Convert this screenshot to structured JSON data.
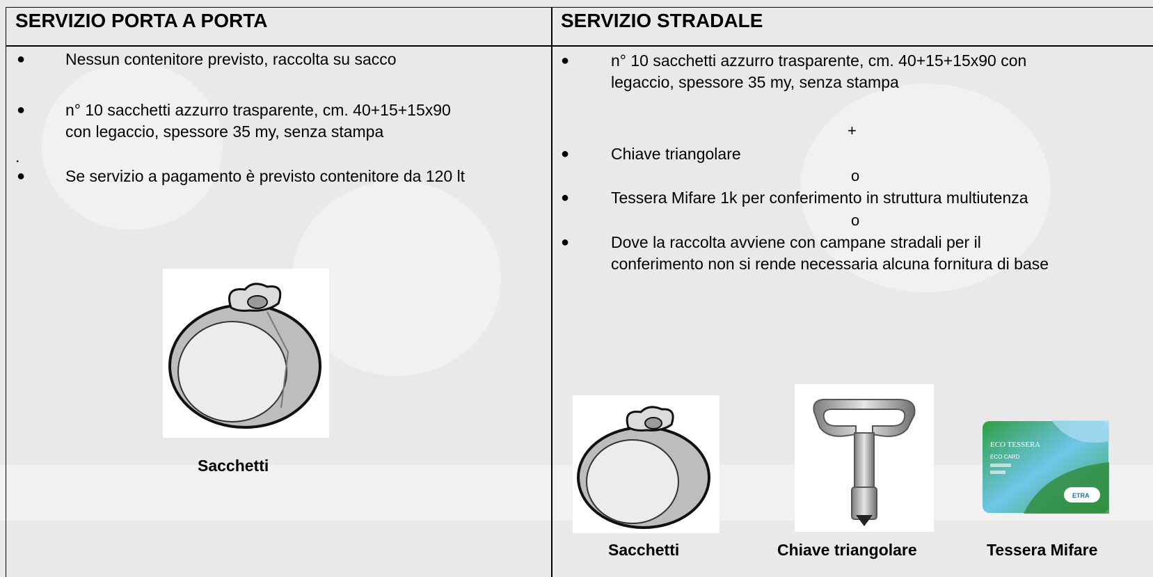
{
  "left_column": {
    "header": "SERVIZIO PORTA A PORTA",
    "items": [
      "Nessun contenitore previsto, raccolta su sacco",
      "n° 10 sacchetti azzurro trasparente, cm. 40+15+15x90",
      "con legaccio, spessore 35 my, senza stampa",
      "Se servizio a pagamento è previsto contenitore da 120 lt"
    ],
    "dot": ".",
    "caption": "Sacchetti",
    "bag_icon": "garbage-bag-icon"
  },
  "right_column": {
    "header": "SERVIZIO STRADALE",
    "items": [
      "n° 10 sacchetti azzurro trasparente, cm. 40+15+15x90 con",
      "legaccio, spessore 35 my, senza stampa",
      "Chiave triangolare",
      "Tessera Mifare 1k per conferimento in struttura multiutenza",
      "Dove la raccolta avviene con campane  stradali per il",
      "conferimento non si rende necessaria alcuna fornitura di base"
    ],
    "plus": "+",
    "or_1": "o",
    "or_2": "o",
    "captions": [
      "Sacchetti",
      "Chiave triangolare",
      "Tessera Mifare"
    ],
    "card": {
      "title": "ECO TESSERA",
      "subtitle": "ECO CARD",
      "brand": "ETRA"
    },
    "key_icon": "triangular-key-icon",
    "card_icon": "rfid-card-icon"
  },
  "colors": {
    "border": "#000000",
    "background": "#e9e9e9",
    "card_green": "#3aa84a",
    "card_blue": "#6fc6e8"
  }
}
